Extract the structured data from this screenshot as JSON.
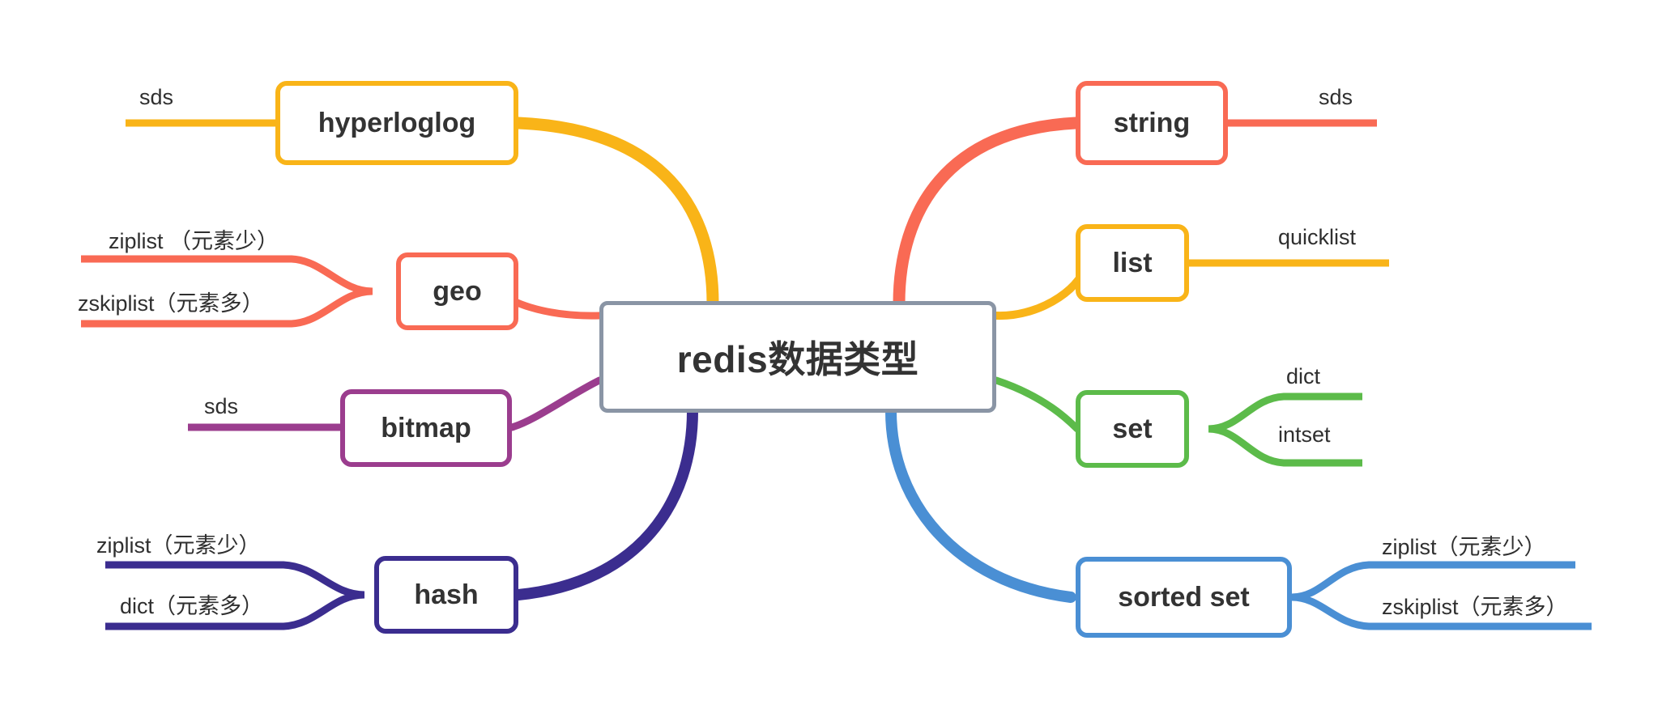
{
  "diagram": {
    "type": "mindmap",
    "title": "redis数据类型",
    "root": {
      "label": "redis数据类型",
      "border_color": "#8a95a5"
    },
    "branches": [
      {
        "id": "hyperloglog",
        "label": "hyperloglog",
        "side": "left",
        "color": "#f9b418",
        "children": [
          {
            "label": "sds"
          }
        ]
      },
      {
        "id": "geo",
        "label": "geo",
        "side": "left",
        "color": "#f96a54",
        "children": [
          {
            "label": "ziplist （元素少）"
          },
          {
            "label": "zskiplist（元素多）"
          }
        ]
      },
      {
        "id": "bitmap",
        "label": "bitmap",
        "side": "left",
        "color": "#9b3d8e",
        "children": [
          {
            "label": "sds"
          }
        ]
      },
      {
        "id": "hash",
        "label": "hash",
        "side": "left",
        "color": "#3b2d8f",
        "children": [
          {
            "label": "ziplist（元素少）"
          },
          {
            "label": "dict（元素多）"
          }
        ]
      },
      {
        "id": "string",
        "label": "string",
        "side": "right",
        "color": "#f96a54",
        "children": [
          {
            "label": "sds"
          }
        ]
      },
      {
        "id": "list",
        "label": "list",
        "side": "right",
        "color": "#f9b418",
        "children": [
          {
            "label": "quicklist"
          }
        ]
      },
      {
        "id": "set",
        "label": "set",
        "side": "right",
        "color": "#5cbb4a",
        "children": [
          {
            "label": "dict"
          },
          {
            "label": "intset"
          }
        ]
      },
      {
        "id": "sorted-set",
        "label": "sorted set",
        "side": "right",
        "color": "#4a8fd4",
        "children": [
          {
            "label": "ziplist（元素少）"
          },
          {
            "label": "zskiplist（元素多）"
          }
        ]
      }
    ]
  }
}
